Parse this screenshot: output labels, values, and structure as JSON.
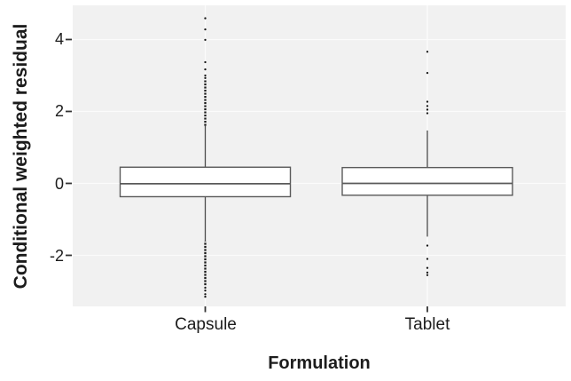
{
  "chart_data": {
    "type": "boxplot",
    "title": "",
    "xlabel": "Formulation",
    "ylabel": "Conditional weighted residual",
    "categories": [
      "Capsule",
      "Tablet"
    ],
    "ytick_labels": [
      "4",
      "2",
      "0",
      "-2"
    ],
    "ytick_values": [
      4,
      2,
      0,
      -2
    ],
    "ylim": [
      -3.42,
      4.95
    ],
    "grid": true,
    "legend": false,
    "colors": {
      "panel_bg": "#f1f1f1",
      "grid_line": "#fbfbfb",
      "box_fill": "#ffffff",
      "box_stroke": "#5a5a5a",
      "whisker_stroke": "#4a4a4a",
      "outlier": "#161616",
      "tick_mark": "#333333",
      "text": "#1c1c1c"
    },
    "series": [
      {
        "name": "Capsule",
        "q1": -0.37,
        "median": -0.01,
        "q3": 0.45,
        "whisker_low": -1.61,
        "whisker_high": 1.6,
        "outlier_dense_ranges": [
          [
            1.6,
            2.88
          ],
          [
            -2.83,
            -1.61
          ]
        ],
        "outlier_points": [
          2.93,
          3.0,
          3.17,
          3.37,
          3.99,
          4.28,
          4.59,
          -2.9,
          -2.98,
          -3.08,
          -3.15
        ]
      },
      {
        "name": "Tablet",
        "q1": -0.33,
        "median": 0.0,
        "q3": 0.44,
        "whisker_low": -1.48,
        "whisker_high": 1.47,
        "outlier_dense_ranges": [],
        "outlier_points": [
          1.95,
          2.05,
          2.15,
          2.27,
          3.07,
          3.66,
          -1.73,
          -2.1,
          -2.35,
          -2.48,
          -2.55
        ]
      }
    ]
  }
}
